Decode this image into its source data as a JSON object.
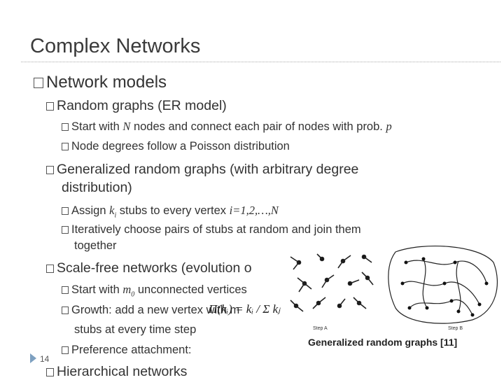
{
  "slide": {
    "title": "Complex Networks",
    "page_number": "14",
    "caption": "Generalized random graphs [11]",
    "bullets": {
      "network_models": "Network models",
      "random_graphs": "Random graphs (ER model)",
      "er_start_a": "Start with ",
      "er_start_n": "N",
      "er_start_b": " nodes and connect each pair of nodes with prob. ",
      "er_start_p": "p",
      "er_degrees": "Node degrees follow a Poisson distribution",
      "generalized_l1": "Generalized random graphs (with arbitrary degree",
      "generalized_l2": "distribution)",
      "assign_a": "Assign ",
      "assign_k": "k",
      "assign_ksub": "i",
      "assign_b": " stubs to every vertex ",
      "assign_i": "i=1,2,…,N",
      "iterative_l1": "Iteratively choose pairs of stubs at random and join them",
      "iterative_l2": "together",
      "scale_free": "Scale-free networks (evolution o",
      "sf_start_a": "Start with ",
      "sf_start_m": "m",
      "sf_start_msub": "0",
      "sf_start_b": " unconnected vertices",
      "growth": "Growth: add a new vertex with m",
      "growth_l2": "stubs at every time step",
      "preference": "Preference attachment:",
      "hierarchical": "Hierarchical networks"
    },
    "formula": "Π(kᵢ) = kᵢ / Σ kⱼ",
    "figure_labels": {
      "step_a": "Step A",
      "step_b": "Step B"
    }
  }
}
